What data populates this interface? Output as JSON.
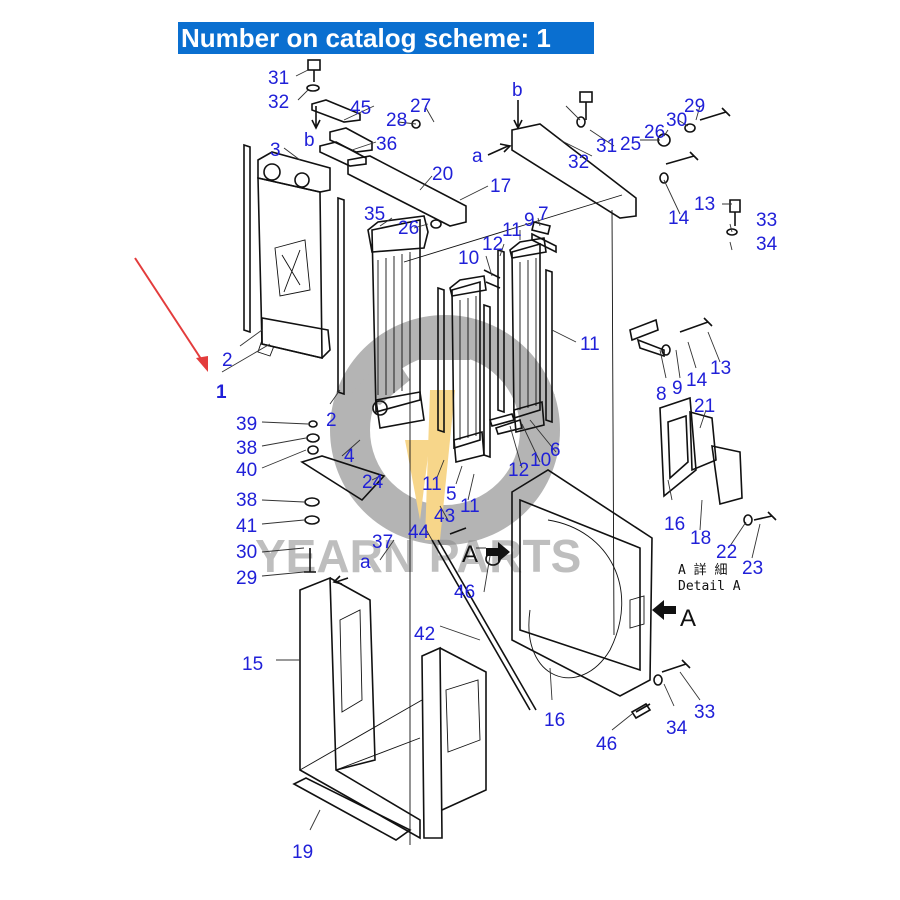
{
  "title": "Number on catalog scheme: 1",
  "watermark": "YEARN PARTS",
  "detail": {
    "jp": "A 詳 細",
    "en": "Detail A"
  },
  "callouts": [
    "31",
    "32",
    "45",
    "28",
    "27",
    "3",
    "b",
    "36",
    "20",
    "17",
    "a",
    "b",
    "32",
    "31",
    "25",
    "26",
    "30",
    "29",
    "13",
    "14",
    "33",
    "34",
    "35",
    "26",
    "10",
    "12",
    "11",
    "9",
    "7",
    "11",
    "2",
    "1",
    "2",
    "8",
    "9",
    "14",
    "13",
    "21",
    "39",
    "38",
    "40",
    "4",
    "24",
    "11",
    "5",
    "11",
    "12",
    "10",
    "6",
    "38",
    "41",
    "43",
    "44",
    "37",
    "30",
    "29",
    "a",
    "A",
    "46",
    "16",
    "18",
    "22",
    "23",
    "A",
    "42",
    "15",
    "16",
    "46",
    "34",
    "33",
    "19"
  ],
  "colors": {
    "title_bg": "#0a6fd0",
    "label": "#2020d8",
    "arrow": "#e33c3c",
    "line": "#111111"
  }
}
